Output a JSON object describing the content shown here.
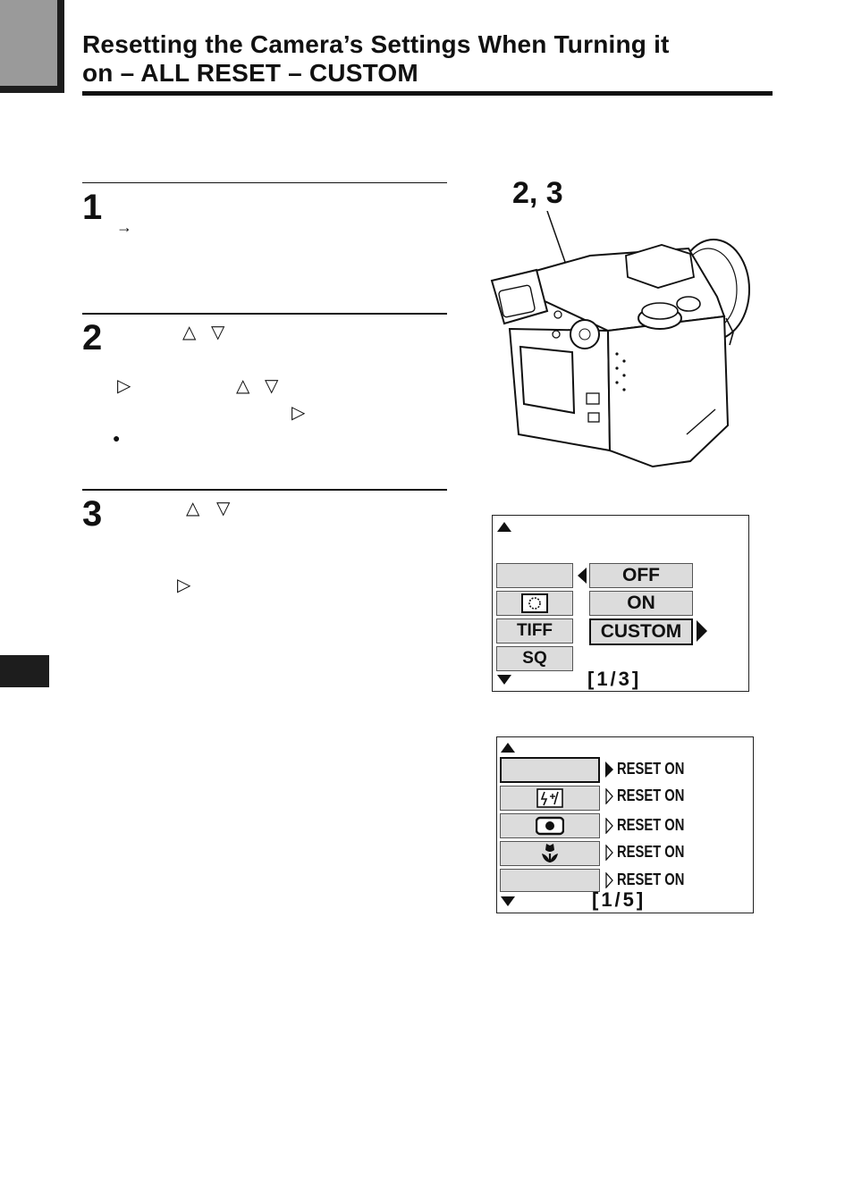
{
  "header": {
    "title_line1": "Resetting the Camera’s Settings When Turning it",
    "title_line2": "on – ALL RESET – CUSTOM"
  },
  "steps": [
    {
      "number": "1"
    },
    {
      "number": "2"
    },
    {
      "number": "3"
    }
  ],
  "glyphs": {
    "arrow_right": "→",
    "up": "△",
    "down": "▽",
    "right": "▷",
    "bullet": "●"
  },
  "camera": {
    "callout_label": "2, 3"
  },
  "menu1": {
    "options": [
      "OFF",
      "ON",
      "CUSTOM"
    ],
    "left_cells": [
      "",
      "",
      "TIFF",
      "SQ"
    ],
    "page_indicator": "[1/3]"
  },
  "menu2": {
    "rows": [
      "RESET ON",
      "RESET ON",
      "RESET ON",
      "RESET ON",
      "RESET ON"
    ],
    "page_indicator": "[1/5]"
  }
}
